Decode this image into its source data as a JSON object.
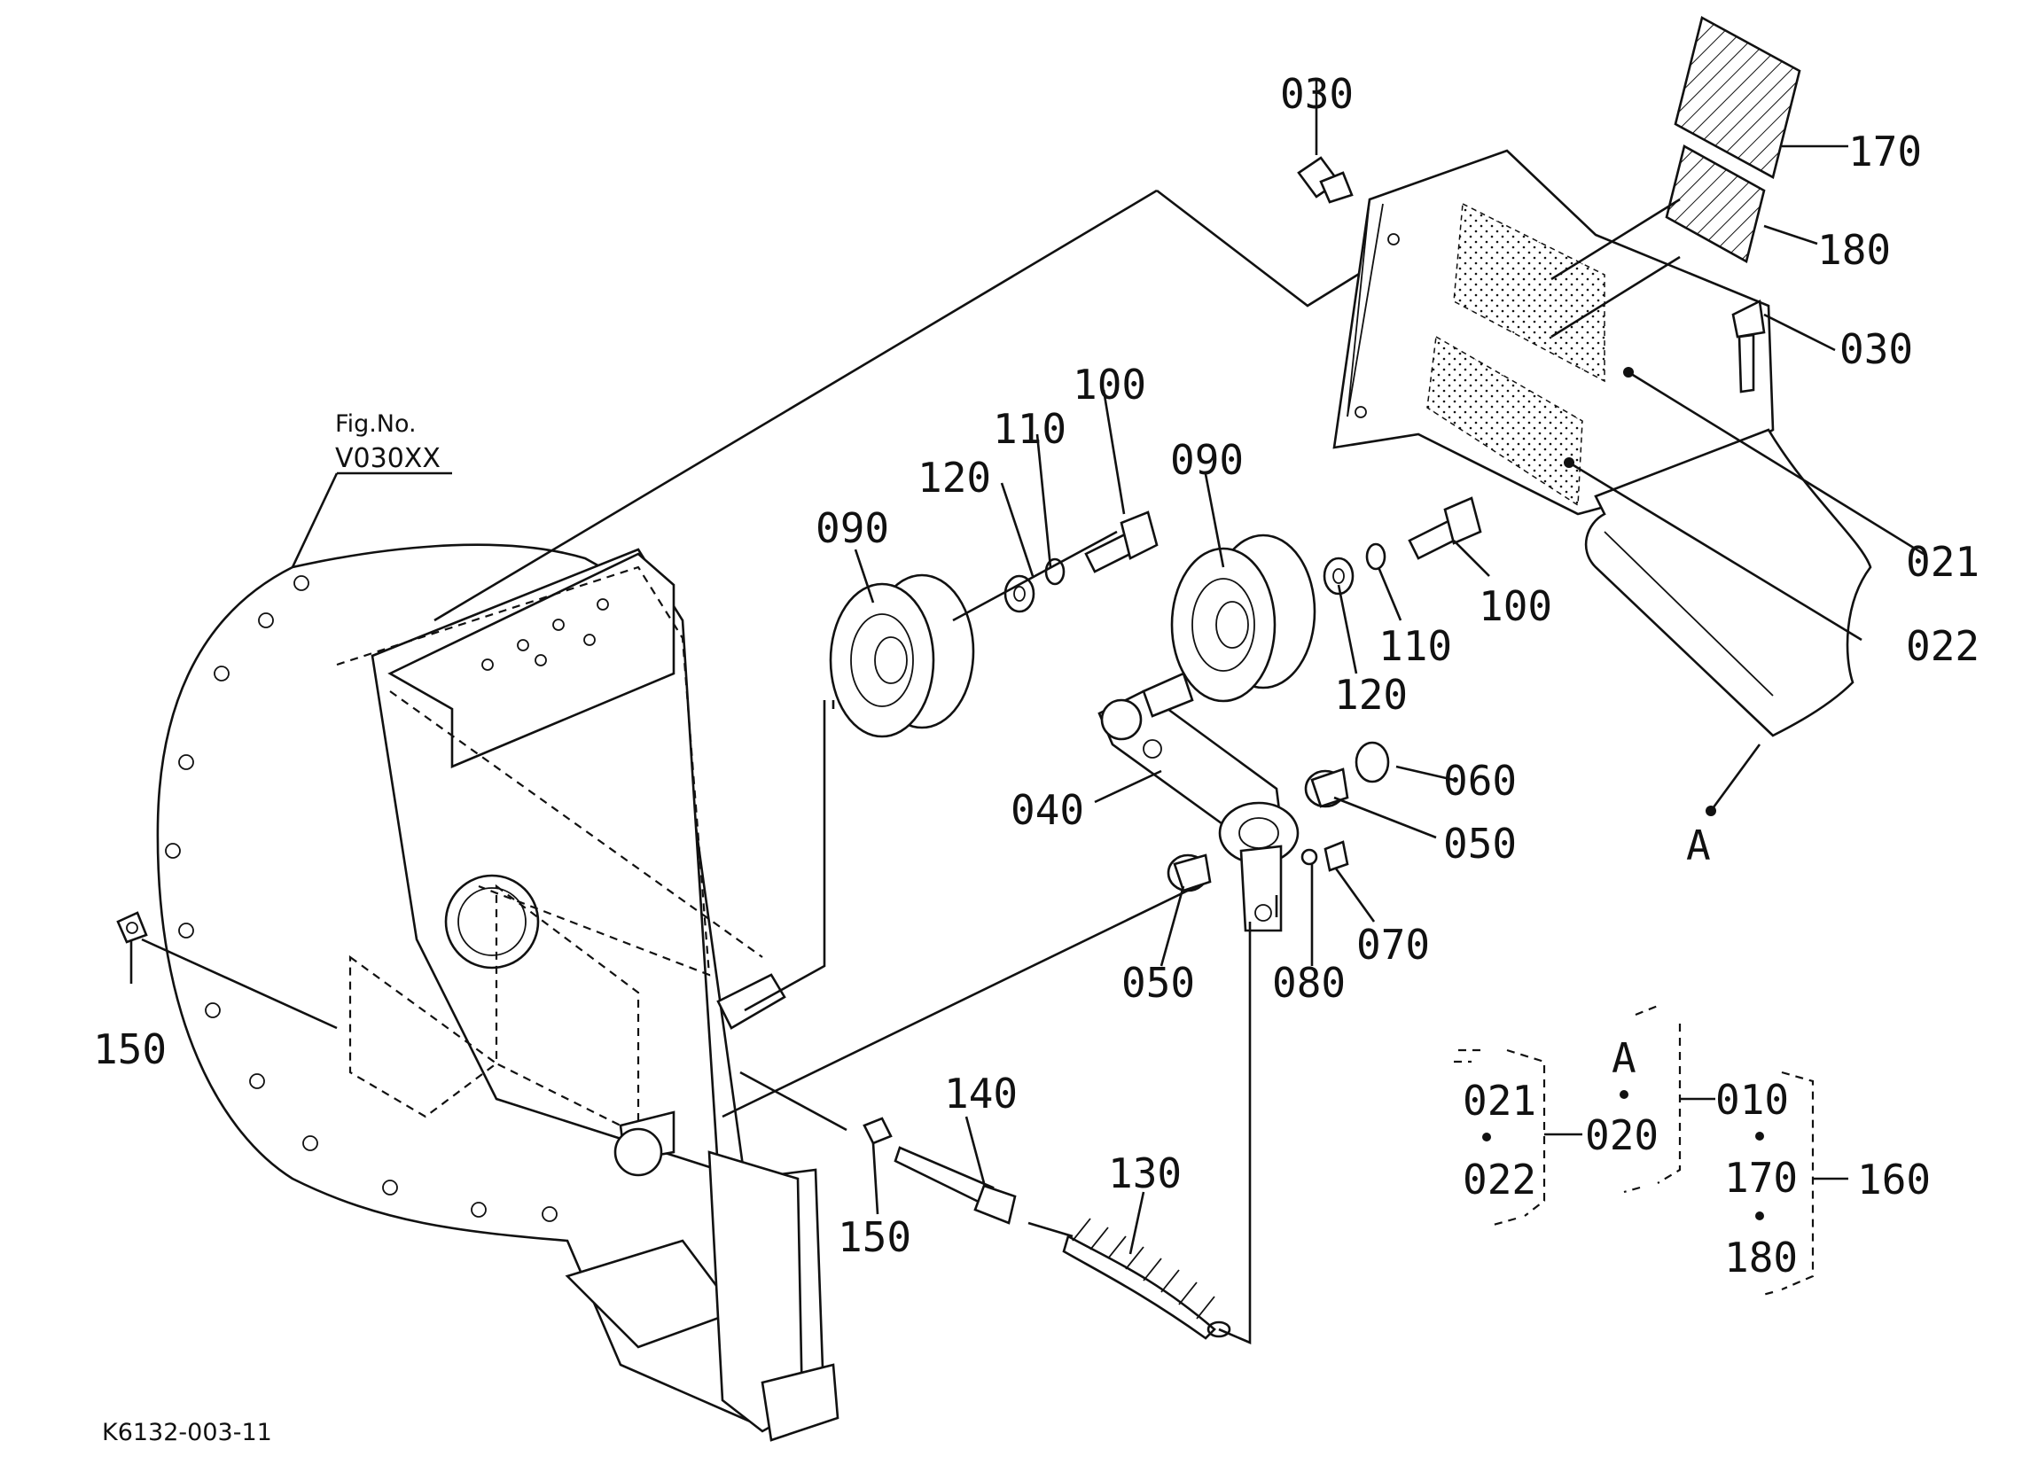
{
  "figure_ref": {
    "title": "Fig.No.",
    "number": "V030XX"
  },
  "drawing_id": "K6132-003-11",
  "callouts": {
    "p030a": "030",
    "p030b": "030",
    "p170": "170",
    "p180": "180",
    "p021": "021",
    "p022": "022",
    "pA": "A",
    "p100a": "100",
    "p110a": "110",
    "p120a": "120",
    "p090a": "090",
    "p090b": "090",
    "p100b": "100",
    "p110b": "110",
    "p120b": "120",
    "p040": "040",
    "p060": "060",
    "p050a": "050",
    "p050b": "050",
    "p070": "070",
    "p080": "080",
    "p150a": "150",
    "p150b": "150",
    "p140": "140",
    "p130": "130"
  },
  "assembly_key": {
    "g1_top": "021",
    "g1_bot": "022",
    "g1_out": "020",
    "g2_top": "A",
    "g2_out": "010",
    "g3_mid": "170",
    "g3_bot": "180",
    "g3_out": "160"
  },
  "colors": {
    "ink": "#111111",
    "paper": "#ffffff"
  }
}
